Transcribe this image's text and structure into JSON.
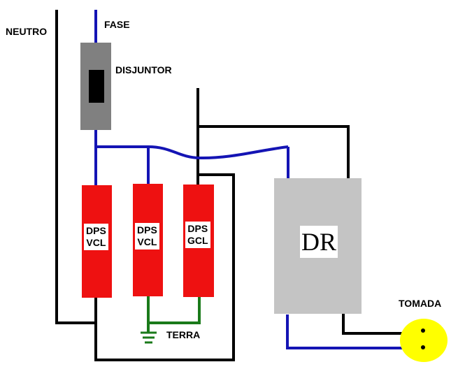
{
  "labels": {
    "neutro": "NEUTRO",
    "fase": "FASE",
    "disjuntor": "DISJUNTOR",
    "terra": "TERRA",
    "tomada": "TOMADA",
    "dr": "DR"
  },
  "dps": [
    {
      "line1": "DPS",
      "line2": "VCL"
    },
    {
      "line1": "DPS",
      "line2": "VCL"
    },
    {
      "line1": "DPS",
      "line2": "GCL"
    }
  ],
  "colors": {
    "neutral_wire": "#000000",
    "phase_wire": "#1414b4",
    "ground_wire": "#1a7a1a",
    "breaker": "#808080",
    "breaker_lever": "#000000",
    "dps": "#ee1111",
    "dr": "#c4c4c4",
    "socket": "#ffff00"
  },
  "icons": [
    "ground-symbol-icon",
    "socket-icon"
  ]
}
